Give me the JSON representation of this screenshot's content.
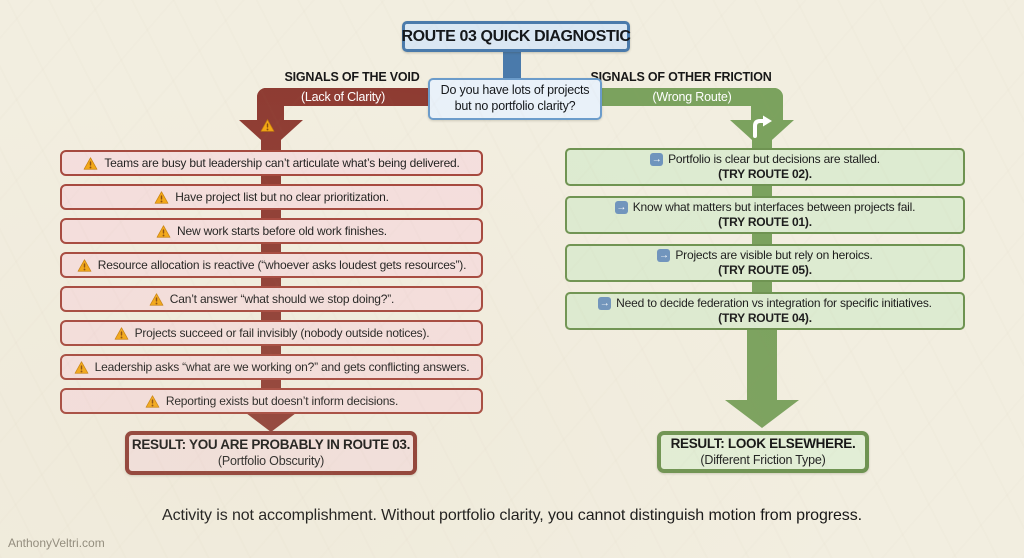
{
  "title": "ROUTE 03 QUICK DIAGNOSTIC",
  "question": "Do you have lots of projects but no portfolio clarity?",
  "left": {
    "header": "SIGNALS OF THE VOID",
    "subheader": "(Lack of Clarity)",
    "items": [
      "Teams are busy but leadership can’t articulate what’s being delivered.",
      "Have project list but no clear prioritization.",
      "New work starts before old work finishes.",
      "Resource allocation is reactive (“whoever asks loudest gets resources”).",
      "Can’t answer “what should we stop doing?”.",
      "Projects succeed or fail invisibly (nobody outside notices).",
      "Leadership asks “what are we working on?” and gets conflicting answers.",
      "Reporting exists but doesn’t inform decisions."
    ],
    "result_title": "RESULT: YOU ARE PROBABLY IN ROUTE 03.",
    "result_sub": "(Portfolio Obscurity)"
  },
  "right": {
    "header": "SIGNALS OF OTHER FRICTION",
    "subheader": "(Wrong Route)",
    "items": [
      {
        "text": "Portfolio is clear but decisions are stalled.",
        "route": "(TRY ROUTE 02)."
      },
      {
        "text": "Know what matters but interfaces between projects fail.",
        "route": "(TRY ROUTE 01)."
      },
      {
        "text": "Projects are visible but rely on heroics.",
        "route": "(TRY ROUTE 05)."
      },
      {
        "text": "Need to decide federation vs integration for specific initiatives.",
        "route": "(TRY ROUTE 04)."
      }
    ],
    "result_title": "RESULT: LOOK ELSEWHERE.",
    "result_sub": "(Different Friction Type)"
  },
  "footer": {
    "tagline": "Activity is not accomplishment. Without portfolio clarity, you cannot distinguish motion from progress.",
    "site": "AnthonyVeltri.com"
  },
  "icons": {
    "arrow_right": "→"
  },
  "colors": {
    "background": "#f2eee0",
    "accent_blue": "#4a7aab",
    "signal_red": "#8e3b32",
    "signal_red_fill": "#f5dfde",
    "signal_green": "#7ba25e",
    "signal_green_fill": "#ddebd1",
    "warning_amber": "#f4a713"
  }
}
